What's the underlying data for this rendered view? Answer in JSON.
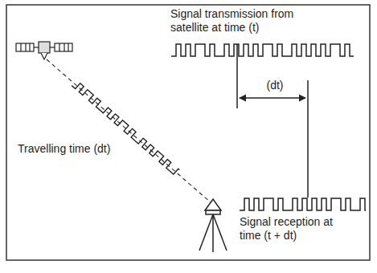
{
  "diagram": {
    "labels": [
      "Signal transmission from satellite at time (t)",
      "(dt)",
      "Travelling time (dt)",
      "Signal reception at time (t + dt)"
    ]
  }
}
